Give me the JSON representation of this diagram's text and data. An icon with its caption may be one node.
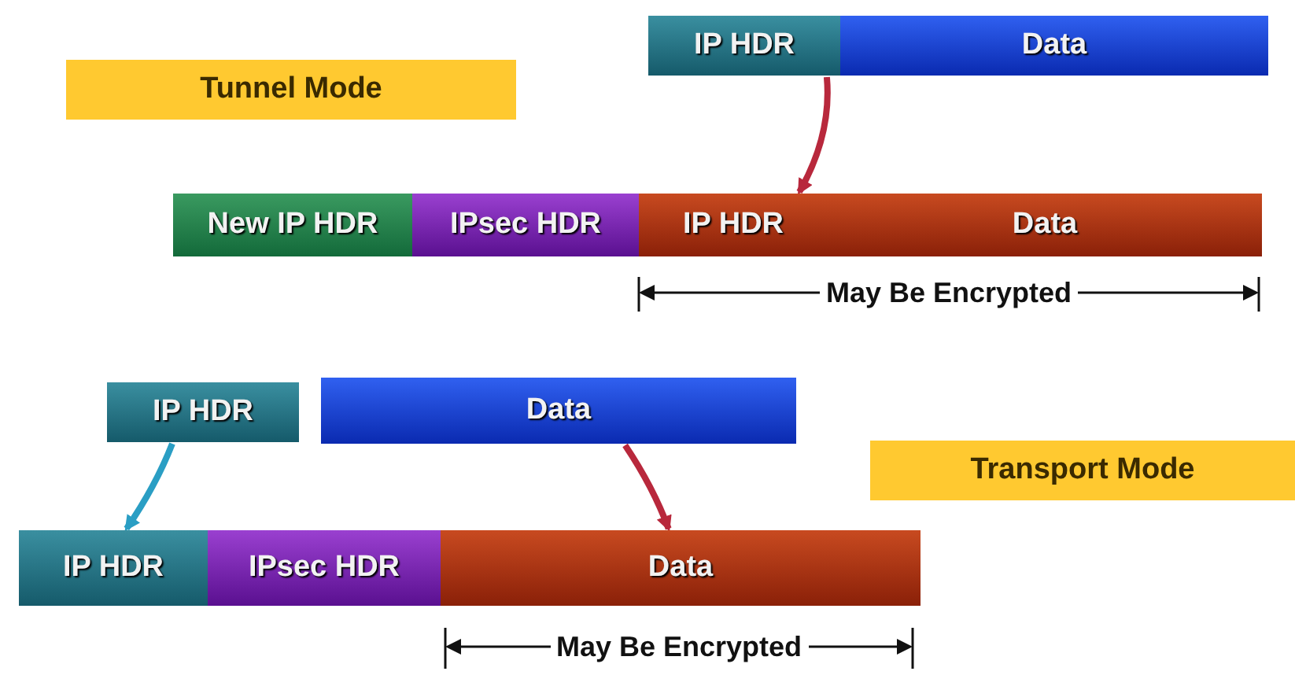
{
  "diagram": {
    "nodes": [
      {
        "text": [
          "Tunnel Mode"
        ]
      },
      {
        "text": [
          "IP HDR"
        ]
      },
      {
        "text": [
          "Data"
        ]
      },
      {
        "text": [
          "New IP HDR"
        ]
      },
      {
        "text": [
          "IPsec HDR"
        ]
      },
      {
        "text": [
          "IP HDR"
        ]
      },
      {
        "text": [
          "Data"
        ]
      },
      {
        "text": [
          "IP HDR"
        ]
      },
      {
        "text": [
          "Data"
        ]
      },
      {
        "text": [
          "Transport Mode"
        ]
      },
      {
        "text": [
          "IP HDR"
        ]
      },
      {
        "text": [
          "IPsec HDR"
        ]
      },
      {
        "text": [
          "Data"
        ]
      }
    ],
    "edges": [
      {
        "from": 1,
        "to": 5,
        "arrow": "to"
      },
      {
        "from": 7,
        "to": 10,
        "arrow": "to",
        "color": "#2a9ec4"
      },
      {
        "from": 8,
        "to": 12,
        "arrow": "to"
      }
    ],
    "labels": [
      "May Be Encrypted",
      "May Be Encrypted"
    ]
  }
}
